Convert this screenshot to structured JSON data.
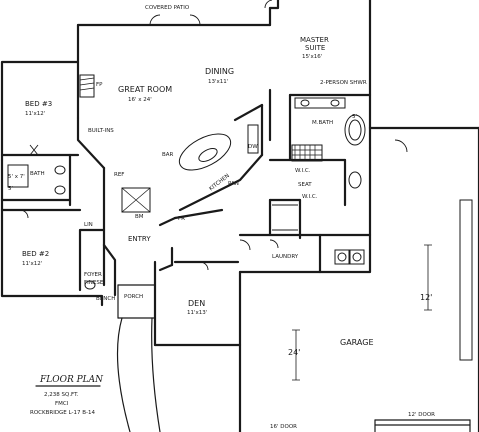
{
  "rooms": {
    "covered_patio": "COVERED PATIO",
    "master_suite_name": "MASTER",
    "master_suite_name2": "SUITE",
    "master_suite_size": "15'x16'",
    "great_room_name": "GREAT ROOM",
    "great_room_size": "16' x 24'",
    "dining_name": "DINING",
    "dining_size": "13'x11'",
    "bed3_name": "BED #3",
    "bed3_size": "11'x12'",
    "bed2_name": "BED #2",
    "bed2_size": "11'x12'",
    "bath": "BATH",
    "kitchen": "KITCHEN",
    "entry": "ENTRY",
    "den_name": "DEN",
    "den_size": "11'x13'",
    "m_bath": "M.BATH",
    "wic": "W.I.C.",
    "laundry": "LAUNDRY",
    "garage": "GARAGE",
    "porch": "PORCH",
    "foyer": "FOYER"
  },
  "labels": {
    "fp": "FP",
    "built_ins": "BUILT-INS",
    "bar": "BAR",
    "pan": "PAN",
    "bm": "BM",
    "fr": "FR",
    "dw": "DW",
    "two_person_shower": "2-PERSON SHWR",
    "wic_small": "W.I.C.",
    "seat": "SEAT",
    "tub_size": "5'",
    "bench": "BENCH",
    "ref": "REF",
    "bath2_size": "5' x 7'",
    "linen": "LIN",
    "finese": "FINESE",
    "garage_height": "12'",
    "garage_width": "24'",
    "garage_door": "16' DOOR",
    "garage_door2": "12' DOOR",
    "dim_1": "5'"
  },
  "title_block": {
    "title": "FLOOR PLAN",
    "sqft": "2,238 SQ.FT.",
    "subtitle": "FMCI",
    "model": "ROCKBRIDGE L-17 B-14"
  }
}
